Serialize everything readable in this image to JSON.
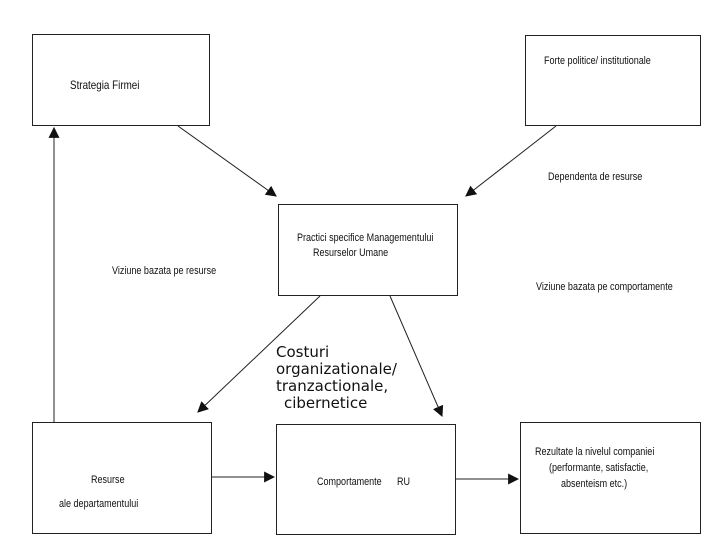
{
  "boxes": {
    "strategy": "Strategia Firmei",
    "political": "Forte politice/ institutionale",
    "practices_l1": "Practici specifice Managementului",
    "practices_l2": "Resurselor Umane",
    "resources_l1": "Resurse",
    "resources_l2": "ale departamentului",
    "behaviors_a": "Comportamente",
    "behaviors_b": "RU",
    "results_l1": "Rezultate la nivelul companiei",
    "results_l2": "(performante, satisfactie,",
    "results_l3": "absenteism etc.)"
  },
  "labels": {
    "dependency": "Dependenta de resurse",
    "resource_view": "Viziune bazata pe resurse",
    "behavior_view": "Viziune bazata pe comportamente",
    "costs_l1": "Costuri",
    "costs_l2": "organizationale/",
    "costs_l3": "tranzactionale,",
    "costs_l4": "cibernetice"
  }
}
